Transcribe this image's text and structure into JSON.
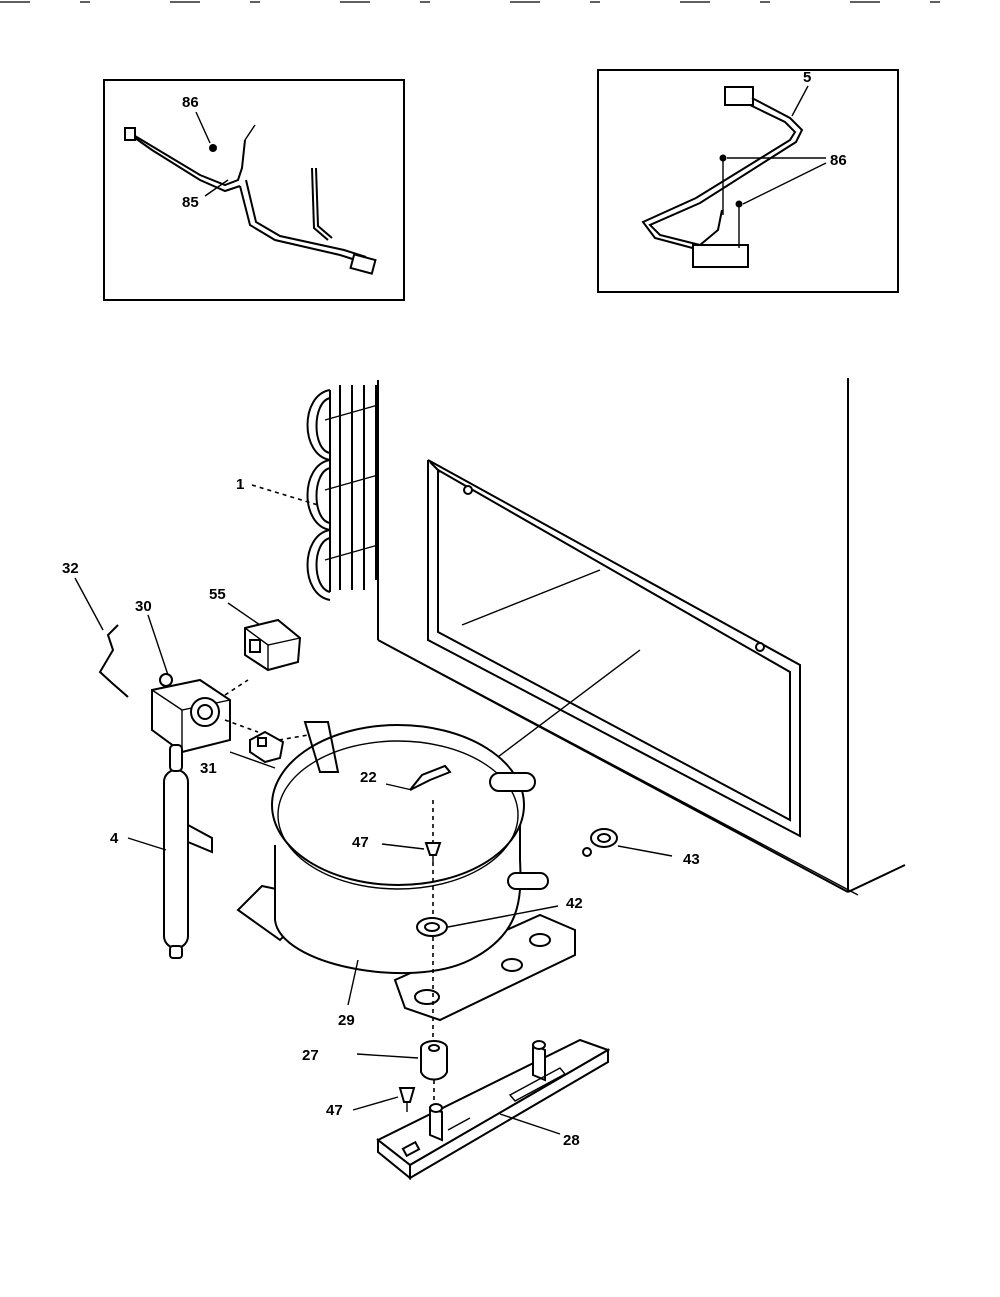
{
  "inset_left": {
    "labels": {
      "p86": "86",
      "p85": "85"
    }
  },
  "inset_right": {
    "labels": {
      "p5": "5",
      "p86": "86"
    }
  },
  "main": {
    "labels": {
      "p1": "1",
      "p32": "32",
      "p30": "30",
      "p55": "55",
      "p31": "31",
      "p4": "4",
      "p22": "22",
      "p47a": "47",
      "p43": "43",
      "p42": "42",
      "p29": "29",
      "p27": "27",
      "p47b": "47",
      "p28": "28"
    }
  }
}
